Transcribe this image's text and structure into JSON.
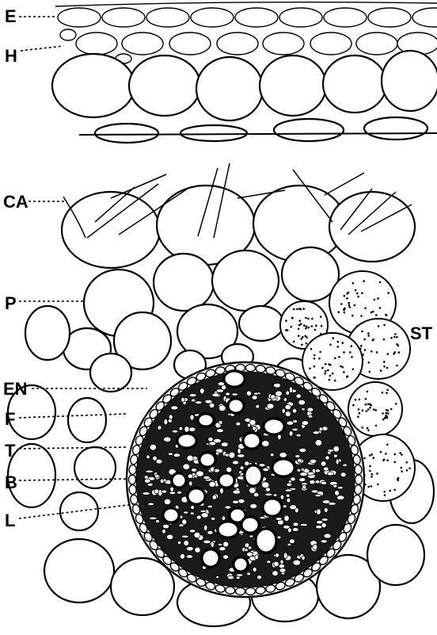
{
  "labels": {
    "E": "E",
    "H": "H",
    "CA": "CA",
    "P": "P",
    "ST": "ST",
    "EN": "EN",
    "F": "F",
    "T": "T",
    "B": "B",
    "L": "L"
  }
}
